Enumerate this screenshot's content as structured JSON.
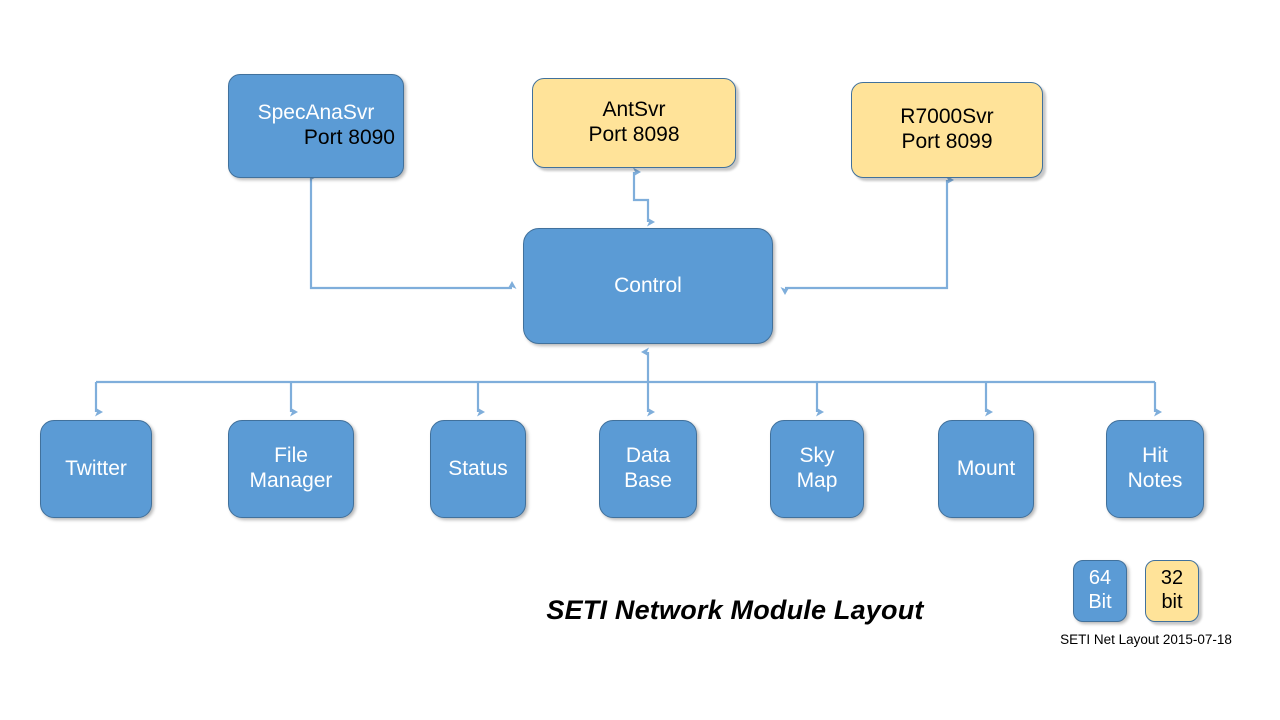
{
  "diagram": {
    "title": "SETI Network Module Layout",
    "footer_note": "SETI Net Layout 2015-07-18",
    "colors": {
      "blue_fill": "#5B9BD5",
      "yellow_fill": "#FFE399",
      "border": "#41719C",
      "connector": "#7FAEDB",
      "white_text": "#FFFFFF",
      "black_text": "#000000"
    }
  },
  "servers": [
    {
      "name": "SpecAnaSvr",
      "port": "Port 8090",
      "style": "blue"
    },
    {
      "name": "AntSvr",
      "port": "Port 8098",
      "style": "yellow"
    },
    {
      "name": "R7000Svr",
      "port": "Port 8099",
      "style": "yellow"
    }
  ],
  "control": {
    "label": "Control"
  },
  "modules": [
    {
      "line1": "Twitter",
      "line2": ""
    },
    {
      "line1": "File",
      "line2": "Manager"
    },
    {
      "line1": "Status",
      "line2": ""
    },
    {
      "line1": "Data",
      "line2": "Base"
    },
    {
      "line1": "Sky",
      "line2": "Map"
    },
    {
      "line1": "Mount",
      "line2": ""
    },
    {
      "line1": "Hit",
      "line2": "Notes"
    }
  ],
  "legend": [
    {
      "line1": "64",
      "line2": "Bit",
      "style": "blue"
    },
    {
      "line1": "32",
      "line2": "bit",
      "style": "yellow"
    }
  ]
}
